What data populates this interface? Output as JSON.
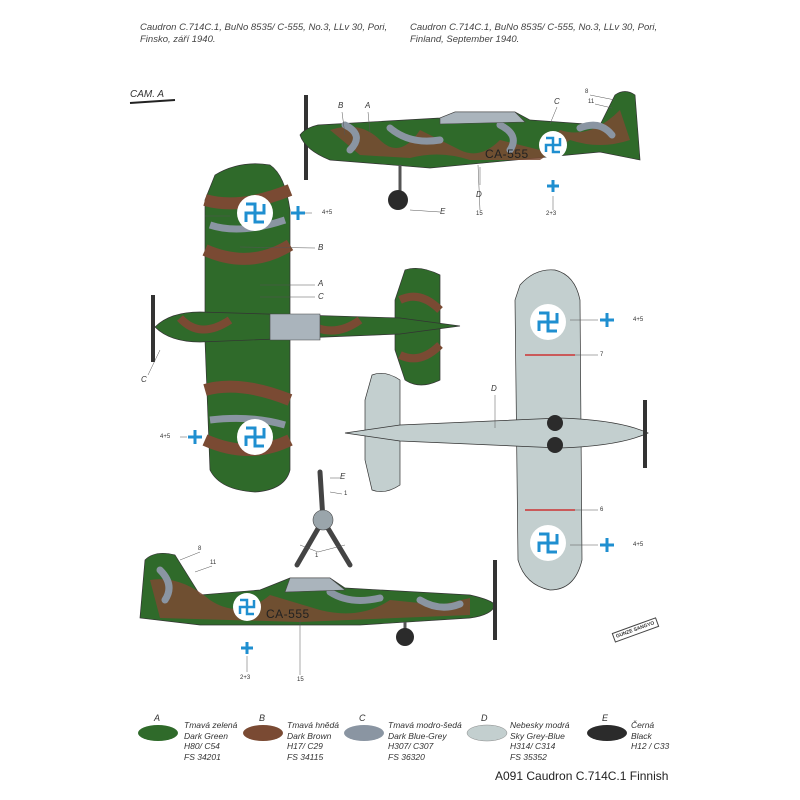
{
  "header": {
    "caption_cz": "Caudron C.714C.1, BuNo 8535/ C-555, No.3, LLv 30, Pori, Finsko, září 1940.",
    "caption_en": "Caudron C.714C.1, BuNo 8535/ C-555, No.3, LLv 30, Pori, Finland, September 1940."
  },
  "camo_label": "CAM. A",
  "callouts": {
    "side_top": {
      "b": "B",
      "a": "A",
      "c": "C",
      "n8": "8",
      "n11": "11",
      "d": "D",
      "n15": "15",
      "e": "E",
      "n23": "2+3",
      "reg": "CA-555"
    },
    "top_view": {
      "n45a": "4+5",
      "b": "B",
      "a": "A",
      "c": "C",
      "c2": "C",
      "n45b": "4+5"
    },
    "bottom_view": {
      "n45a": "4+5",
      "n7": "7",
      "d": "D",
      "n6": "6",
      "n45b": "4+5"
    },
    "propeller": {
      "e": "E",
      "n1a": "1",
      "n1b": "1"
    },
    "side_bottom": {
      "n8": "8",
      "n11": "11",
      "reg": "CA-555",
      "n23": "2+3",
      "n15": "15"
    }
  },
  "logo": {
    "text": "GUNZE SANGYO"
  },
  "colors": {
    "A": "#2f6a2a",
    "B": "#7a4a33",
    "C": "#8a95a2",
    "D": "#c3cfcf",
    "E": "#2b2b2b",
    "insignia": "#1f8fd0"
  },
  "legend": [
    {
      "letter": "A",
      "cz": "Tmavá zelená",
      "en": "Dark Green",
      "code": "H80/ C54",
      "fs": "FS 34201"
    },
    {
      "letter": "B",
      "cz": "Tmavá hnědá",
      "en": "Dark Brown",
      "code": "H17/ C29",
      "fs": "FS 34115"
    },
    {
      "letter": "C",
      "cz": "Tmavá modro-šedá",
      "en": "Dark Blue-Grey",
      "code": "H307/ C307",
      "fs": "FS 36320"
    },
    {
      "letter": "D",
      "cz": "Nebesky modrá",
      "en": "Sky Grey-Blue",
      "code": "H314/ C314",
      "fs": "FS 35352"
    },
    {
      "letter": "E",
      "cz": "Černá",
      "en": "Black",
      "code": "H12 / C33",
      "fs": ""
    }
  ],
  "footer": {
    "title": "A091 Caudron C.714C.1 Finnish"
  }
}
